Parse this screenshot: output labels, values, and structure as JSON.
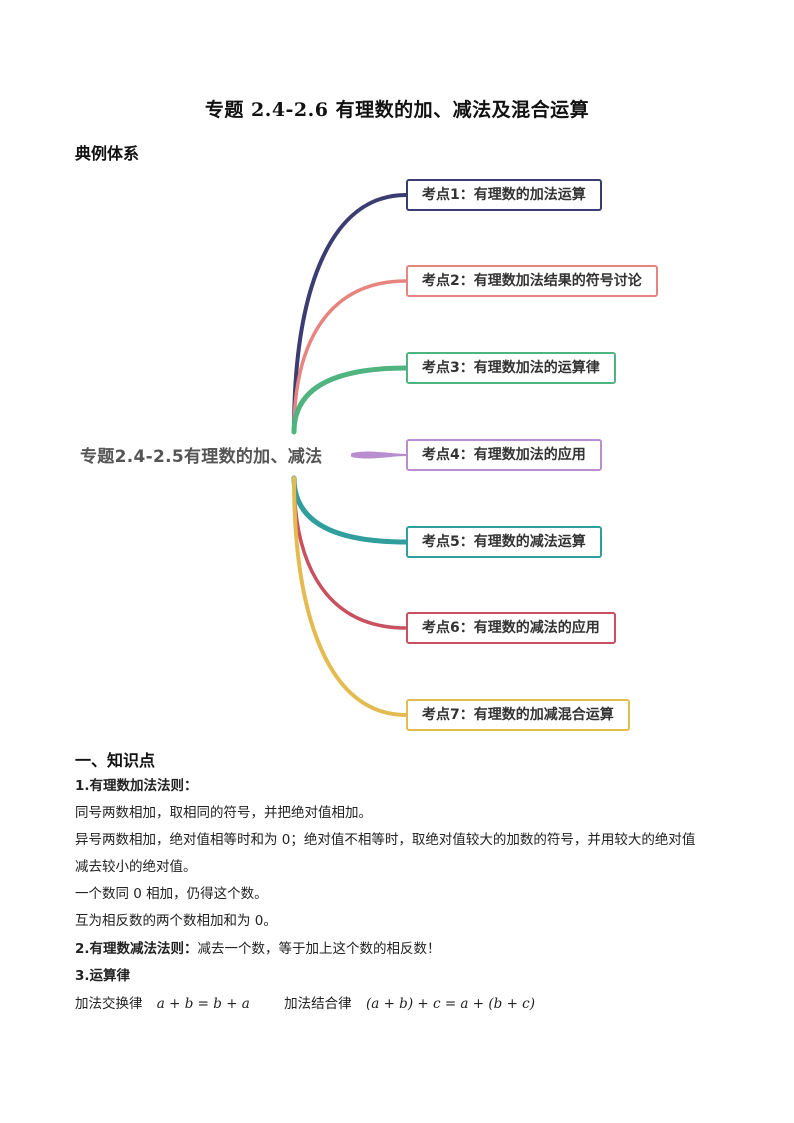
{
  "title": "专题 2.4-2.6 有理数的加、减法及混合运算",
  "section1": "典例体系",
  "mindmap": {
    "root": "专题2.4-2.5有理数的加、减法",
    "nodes": [
      {
        "label": "考点1：有理数的加法运算",
        "color": "#3a3c72"
      },
      {
        "label": "考点2：有理数加法结果的符号讨论",
        "color": "#e88480"
      },
      {
        "label": "考点3：有理数加法的运算律",
        "color": "#4fb480"
      },
      {
        "label": "考点4：有理数加法的应用",
        "color": "#b98ed0"
      },
      {
        "label": "考点5：有理数的减法运算",
        "color": "#2f9e9c"
      },
      {
        "label": "考点6：有理数的减法的应用",
        "color": "#c9505e"
      },
      {
        "label": "考点7：有理数的加减混合运算",
        "color": "#e3bb50"
      }
    ]
  },
  "section2": "一、知识点",
  "knowledge": {
    "rule1_title": "1.有理数加法法则：",
    "rule1_lines": [
      "同号两数相加，取相同的符号，并把绝对值相加。",
      "异号两数相加，绝对值相等时和为 0；绝对值不相等时，取绝对值较大的加数的符号，并用较大的绝对值",
      "减去较小的绝对值。",
      "一个数同 0 相加，仍得这个数。",
      "互为相反数的两个数相加和为 0。"
    ],
    "rule2_title": "2.有理数减法法则：",
    "rule2_text": "减去一个数，等于加上这个数的相反数！",
    "rule3_title": "3.运算律",
    "commutative_label": "加法交换律",
    "commutative_formula": "a + b = b + a",
    "associative_label": "加法结合律",
    "associative_formula": "(a + b) + c = a + (b + c)"
  }
}
